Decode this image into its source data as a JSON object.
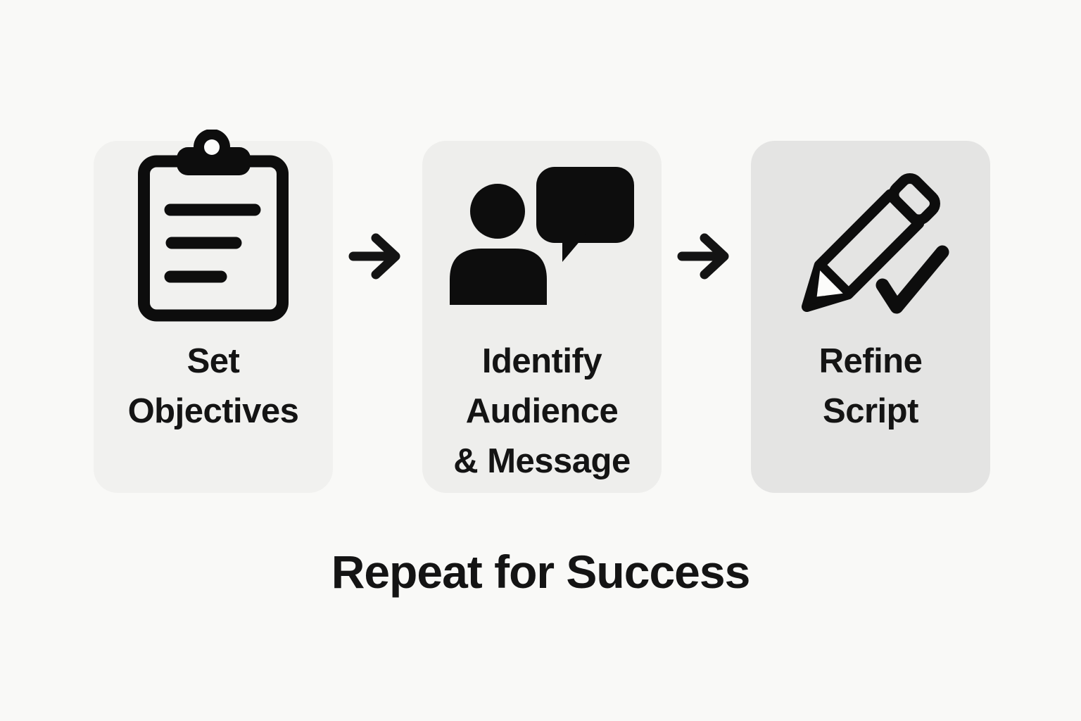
{
  "footer": {
    "title": "Repeat for Success"
  },
  "steps": [
    {
      "name": "set-objectives",
      "label": "Set Objectives",
      "lines": [
        "Set",
        "Objectives"
      ],
      "icon": "clipboard-icon"
    },
    {
      "name": "identify-audience-message",
      "label": "Identify Audience & Message",
      "lines": [
        "Identify",
        "Audience",
        "& Message"
      ],
      "icon": "person-chat-icon"
    },
    {
      "name": "refine-script",
      "label": "Refine Script",
      "lines": [
        "Refine",
        "Script"
      ],
      "icon": "pencil-check-icon"
    }
  ],
  "connectors": {
    "glyph": "→",
    "count": 2
  },
  "colors": {
    "page_bg": "#f9f9f7",
    "card_bg_1": "#f1f1ef",
    "card_bg_2": "#eeeeec",
    "card_bg_3": "#e4e4e3",
    "icon": "#0d0d0d",
    "text": "#141414",
    "highlight_white": "#fcfcfb"
  }
}
